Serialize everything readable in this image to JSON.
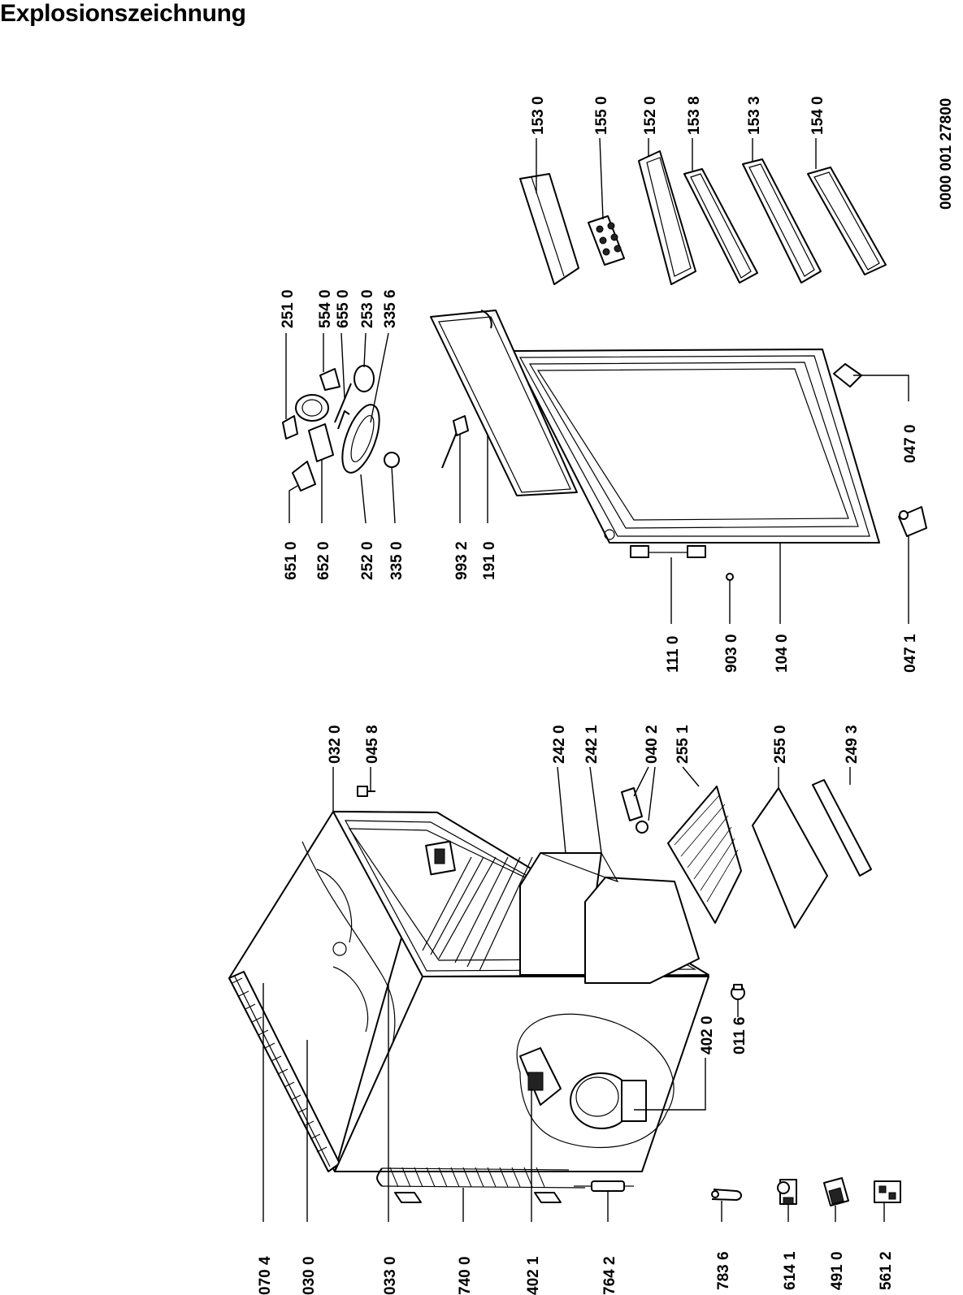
{
  "title": "Explosionszeichnung",
  "document_number": "0000 001 27800",
  "labels": {
    "p0704": "070 4",
    "p0300": "030 0",
    "p0330": "033 0",
    "p7400": "740 0",
    "p4021": "402 1",
    "p7642": "764 2",
    "p7836": "783 6",
    "p6141": "614 1",
    "p4910": "491 0",
    "p5612": "561 2",
    "p4020": "402 0",
    "p0116": "011 6",
    "p0320": "032 0",
    "p0458": "045 8",
    "p2420": "242 0",
    "p2421": "242 1",
    "p0402": "040 2",
    "p2551": "255 1",
    "p2550": "255 0",
    "p2493": "249 3",
    "p1110": "111 0",
    "p9030": "903 0",
    "p1040": "104 0",
    "p0471": "047 1",
    "p0470": "047 0",
    "p6510": "651 0",
    "p6520": "652 0",
    "p2520": "252 0",
    "p3350": "335 0",
    "p9932": "993 2",
    "p1910": "191 0",
    "p2510": "251 0",
    "p5540": "554 0",
    "p6550": "655 0",
    "p2530": "253 0",
    "p3356": "335 6",
    "p1530": "153 0",
    "p1550": "155 0",
    "p1520": "152 0",
    "p1538": "153 8",
    "p1533": "153 3",
    "p1540": "154 0"
  }
}
